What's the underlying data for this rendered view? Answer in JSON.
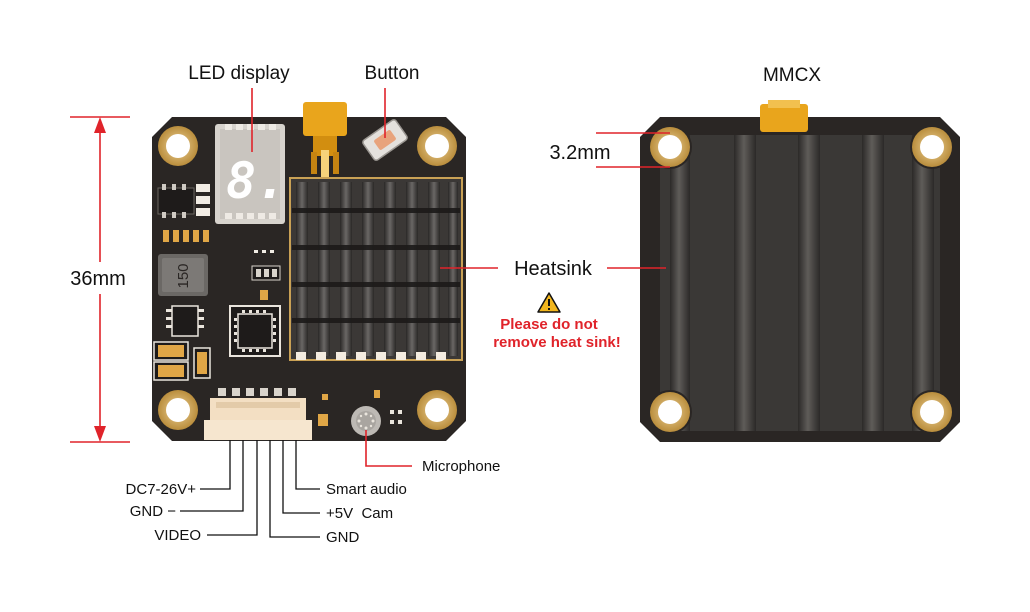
{
  "labels": {
    "led_display": "LED display",
    "button": "Button",
    "mmcx": "MMCX",
    "hole_size": "3.2mm",
    "board_size": "36mm",
    "heatsink": "Heatsink",
    "warning_line1": "Please do not",
    "warning_line2": "remove heat sink!",
    "microphone": "Microphone",
    "pin_dc": "DC7-26V+",
    "pin_gnd_left": "GND −",
    "pin_video": "VIDEO",
    "pin_smart_audio": "Smart audio",
    "pin_5v_cam": "+5V  Cam",
    "pin_gnd_right": "GND"
  },
  "components": {
    "led_digit": "8.",
    "inductor_marking": "150"
  },
  "colors": {
    "pcb": "#2a2624",
    "gold": "#d8b166",
    "heatsink": "#3a3836",
    "leader_red": "#e0232a",
    "connector": "#f3dfc3",
    "mmcx_gold": "#e9a51c"
  }
}
